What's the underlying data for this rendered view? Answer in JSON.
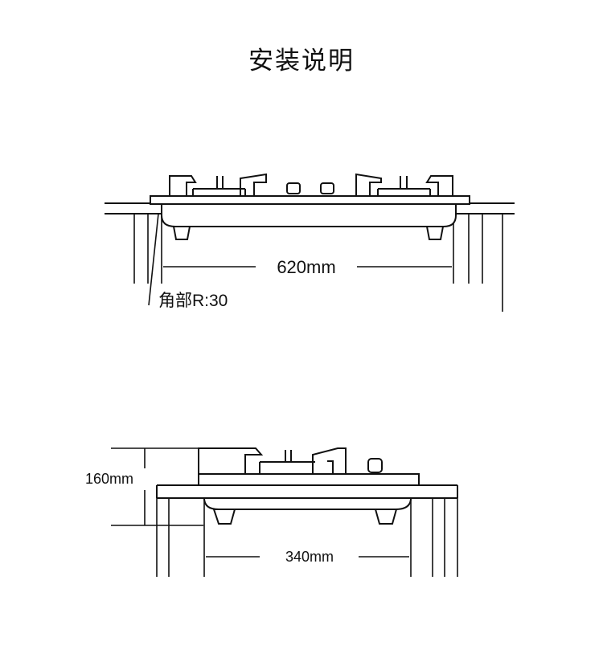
{
  "title": "安装说明",
  "top_view": {
    "width_label": "620mm",
    "corner_label": "角部R:30"
  },
  "side_view": {
    "height_label": "160mm",
    "depth_label": "340mm"
  }
}
